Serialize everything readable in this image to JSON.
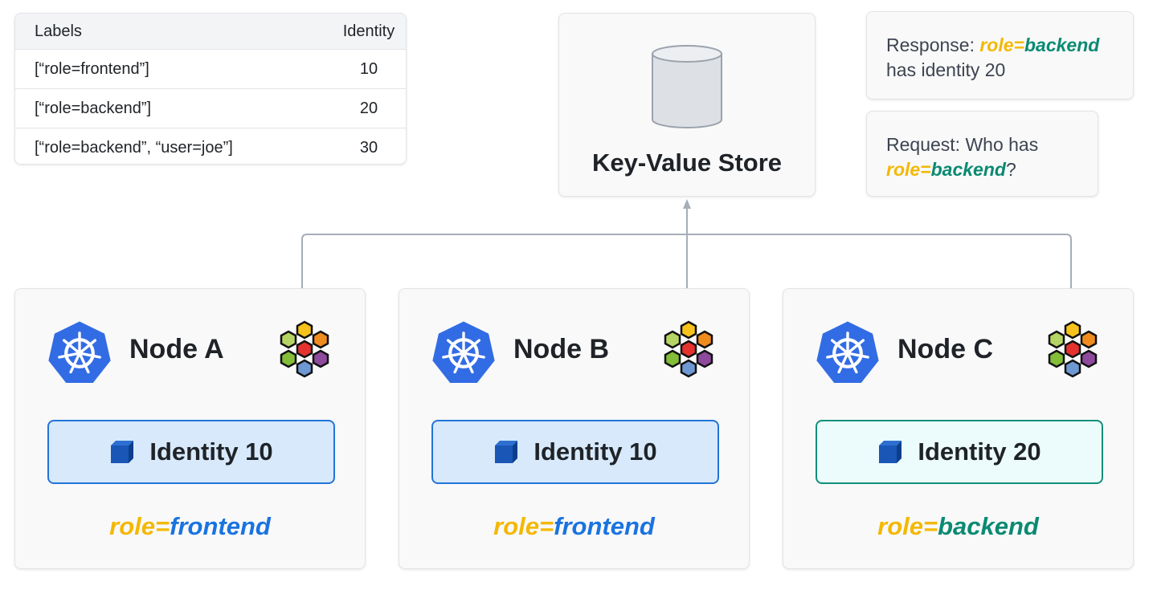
{
  "table": {
    "headers": [
      "Labels",
      "Identity"
    ],
    "rows": [
      {
        "labels": "[“role=frontend”]",
        "identity": "10"
      },
      {
        "labels": "[“role=backend”]",
        "identity": "20"
      },
      {
        "labels": "[“role=backend”, “user=joe”]",
        "identity": "30"
      }
    ]
  },
  "kv_store": {
    "title": "Key-Value Store"
  },
  "response": {
    "prefix": "Response: ",
    "key": "role=",
    "value": "backend",
    "suffix": "has identity 20"
  },
  "request": {
    "prefix": "Request: Who has",
    "key": "role=",
    "value": "backend",
    "suffix": "?"
  },
  "nodes": [
    {
      "name": "Node A",
      "identity": "Identity 10",
      "label_key": "role=",
      "label_value": "frontend",
      "value_color": "#1a73e0",
      "box": "blue"
    },
    {
      "name": "Node B",
      "identity": "Identity 10",
      "label_key": "role=",
      "label_value": "frontend",
      "value_color": "#1a73e0",
      "box": "blue"
    },
    {
      "name": "Node C",
      "identity": "Identity 20",
      "label_key": "role=",
      "label_value": "backend",
      "value_color": "#0a8a72",
      "box": "teal"
    }
  ],
  "colors": {
    "key_yellow": "#f4b800",
    "value_blue": "#1a73e0",
    "value_teal": "#0a8a72",
    "k8s_blue": "#326ce5",
    "arrow_gray": "#a6aeb8"
  }
}
